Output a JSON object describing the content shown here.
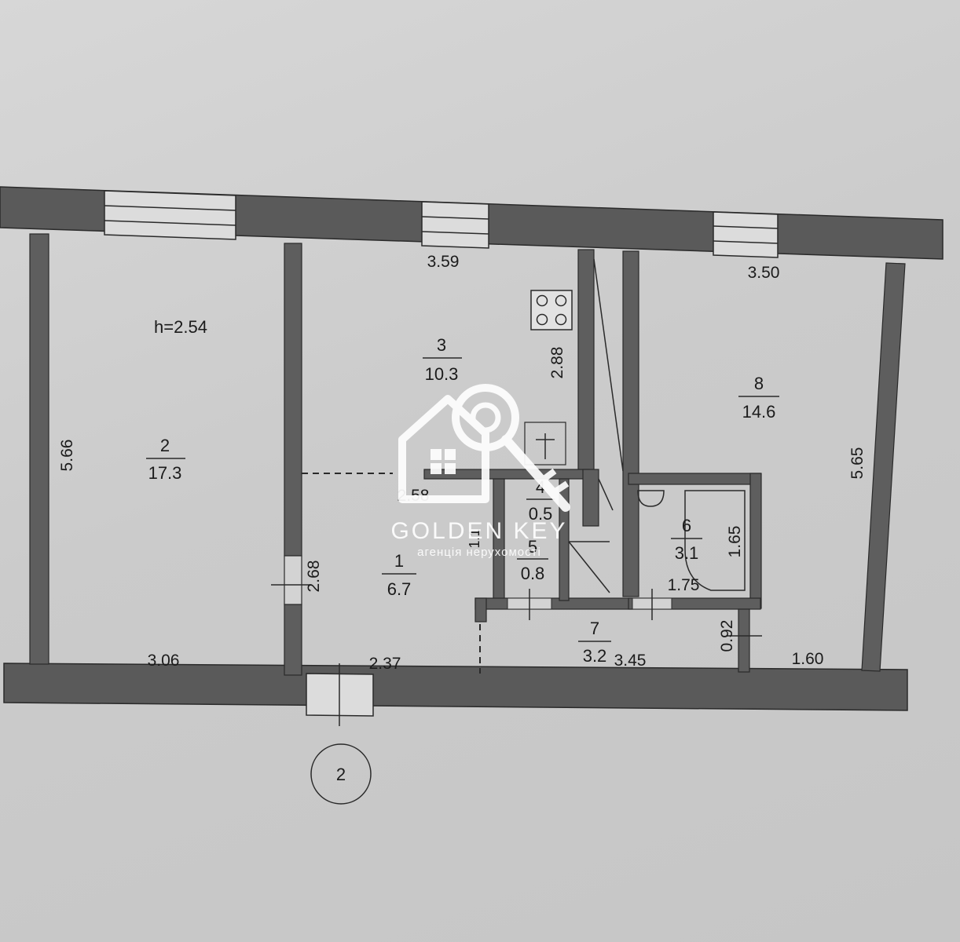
{
  "plan": {
    "ceiling_height": "h=2.54",
    "axis_marker": "2",
    "rooms": [
      {
        "key": "r1",
        "number": "1",
        "area": "6.7"
      },
      {
        "key": "r2",
        "number": "2",
        "area": "17.3"
      },
      {
        "key": "r3",
        "number": "3",
        "area": "10.3"
      },
      {
        "key": "r4",
        "number": "4",
        "area": "0.5"
      },
      {
        "key": "r5",
        "number": "5",
        "area": "0.8"
      },
      {
        "key": "r6",
        "number": "6",
        "area": "3.1"
      },
      {
        "key": "r7",
        "number": "7",
        "area": "3.2"
      },
      {
        "key": "r8",
        "number": "8",
        "area": "14.6"
      }
    ],
    "dimensions": {
      "top_kitchen": "3.59",
      "top_right": "3.50",
      "left_height": "5.66",
      "right_height": "5.65",
      "kitchen_depth": "2.88",
      "hall_width": "2.58",
      "hall_height": "2.68",
      "bottom_left": "3.06",
      "bottom_hall": "2.37",
      "bottom_corridor": "3.45",
      "bottom_right": "1.60",
      "corridor_depth": "0.92",
      "bath_width": "1.75",
      "bath_height": "1.65",
      "wc_width": "1.1"
    }
  },
  "watermark": {
    "brand": "GOLDEN KEY",
    "tagline": "агенція нерухомості"
  }
}
